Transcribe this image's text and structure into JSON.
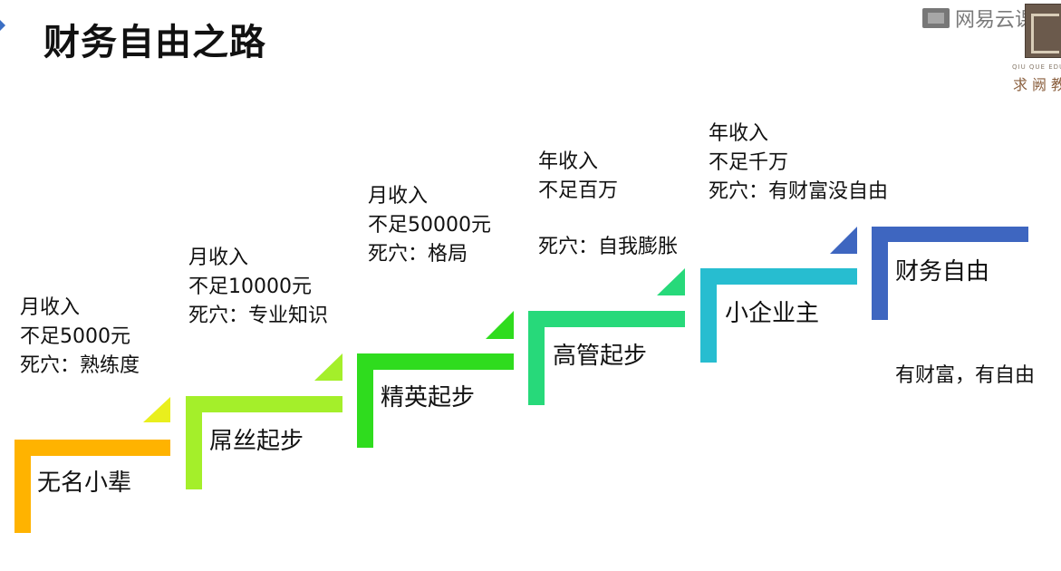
{
  "title": "财务自由之路",
  "colors": {
    "corner_mark": "#3b6fc4",
    "step_1": "#ffb300",
    "step_2": "#a4ef2a",
    "step_3": "#2fdc1e",
    "step_4": "#27d97a",
    "step_5": "#27bdd0",
    "step_6": "#3e66c0",
    "arrow_1": "#e9ef1d"
  },
  "watermark": {
    "icon": "netease-cloud-icon",
    "text": "网易云课"
  },
  "logo": {
    "english": "QIU QUE EDUCA",
    "chinese": "求阙教"
  },
  "steps": [
    {
      "label": "无名小辈",
      "info": [
        "月收入",
        "不足5000元",
        "死穴：熟练度"
      ]
    },
    {
      "label": "屌丝起步",
      "info": [
        "月收入",
        "不足10000元",
        "死穴：专业知识"
      ]
    },
    {
      "label": "精英起步",
      "info": [
        "月收入",
        "不足50000元",
        "死穴：格局"
      ]
    },
    {
      "label": "高管起步",
      "info": [
        "年收入",
        "不足百万",
        "死穴：自我膨胀"
      ]
    },
    {
      "label": "小企业主",
      "info": [
        "年收入",
        "不足千万",
        "死穴：有财富没自由"
      ]
    },
    {
      "label": "财务自由",
      "note": "有财富，有自由"
    }
  ]
}
